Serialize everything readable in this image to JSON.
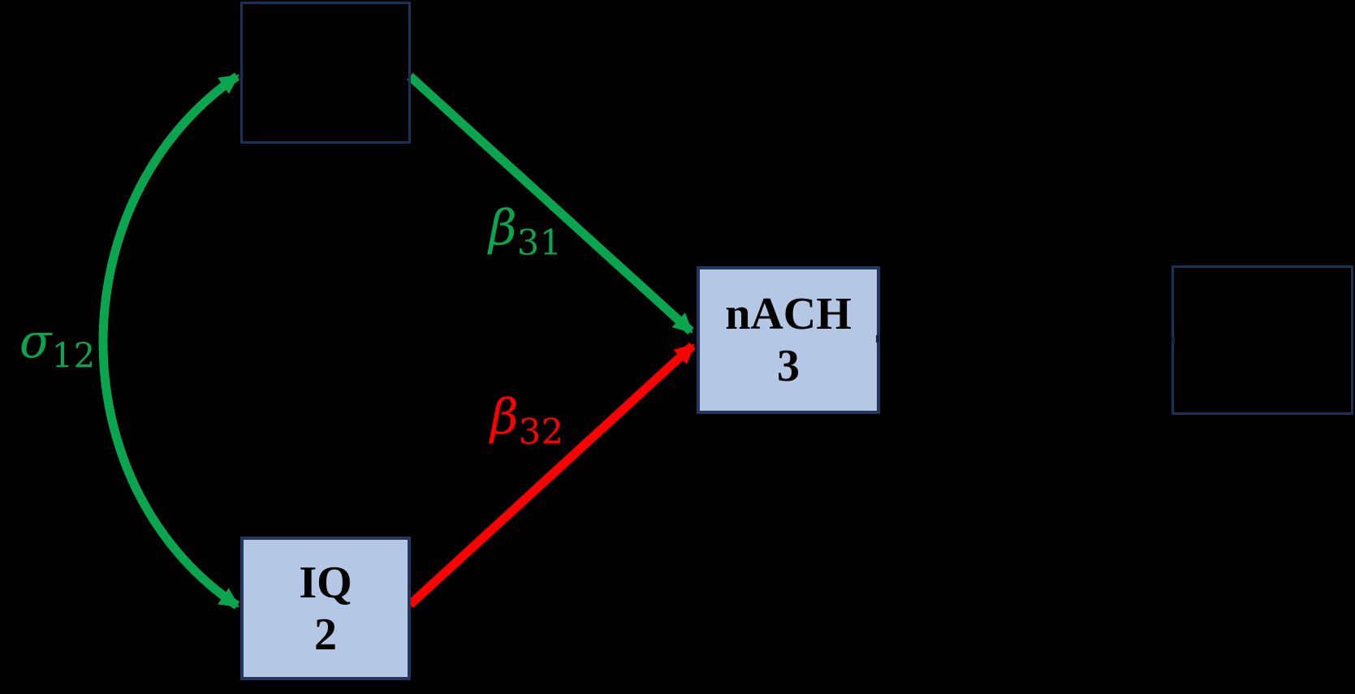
{
  "colors": {
    "background": "#000000",
    "box_fill": "#b4c7e4",
    "box_border": "#24365c",
    "empty_box_border": "#1b3158",
    "box_text": "#000000",
    "green": "#0aa64f",
    "red": "#ff0000"
  },
  "boxes": {
    "top_left": {
      "label": ""
    },
    "iq": {
      "line1": "IQ",
      "line2": "2"
    },
    "nach": {
      "line1": "nACH",
      "line2": "3"
    },
    "right": {
      "label": ""
    }
  },
  "edge_labels": {
    "sigma12": {
      "base": "σ",
      "sub": "12"
    },
    "beta31": {
      "base": "β",
      "sub": "31"
    },
    "beta32": {
      "base": "β",
      "sub": "32"
    }
  }
}
